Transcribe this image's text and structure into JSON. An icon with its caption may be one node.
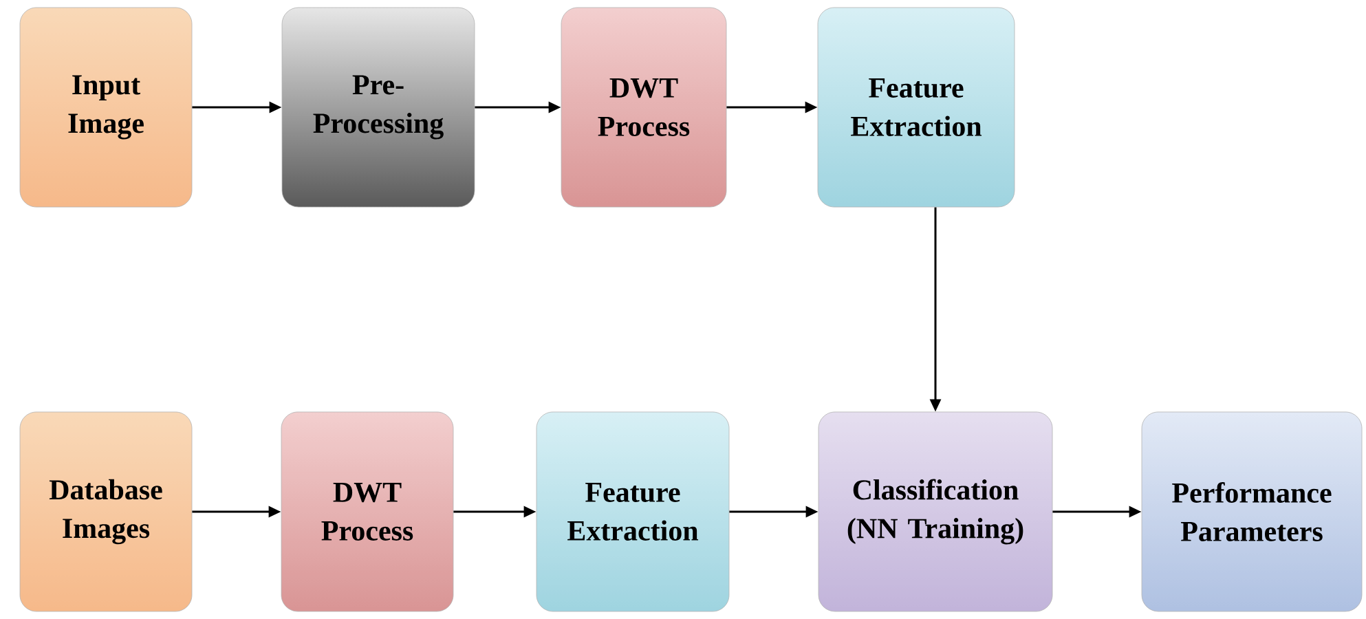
{
  "diagram": {
    "nodes": [
      {
        "text": [
          "Input Image"
        ]
      },
      {
        "text": [
          "Pre-Processing"
        ]
      },
      {
        "text": [
          "DWT Process"
        ]
      },
      {
        "text": [
          "Feature Extraction"
        ]
      },
      {
        "text": [
          "Database Images"
        ]
      },
      {
        "text": [
          "DWT Process"
        ]
      },
      {
        "text": [
          "Feature Extraction"
        ]
      },
      {
        "text": [
          "Classification (NN Training)"
        ]
      },
      {
        "text": [
          "Performance Parameters"
        ]
      }
    ],
    "edges": [
      {
        "from": 0,
        "to": 1,
        "arrow": "to"
      },
      {
        "from": 1,
        "to": 2,
        "arrow": "to"
      },
      {
        "from": 2,
        "to": 3,
        "arrow": "to"
      },
      {
        "from": 3,
        "to": 7,
        "arrow": "to"
      },
      {
        "from": 4,
        "to": 5,
        "arrow": "to"
      },
      {
        "from": 5,
        "to": 6,
        "arrow": "to"
      },
      {
        "from": 6,
        "to": 7,
        "arrow": "to"
      },
      {
        "from": 7,
        "to": 8,
        "arrow": "to"
      }
    ]
  }
}
